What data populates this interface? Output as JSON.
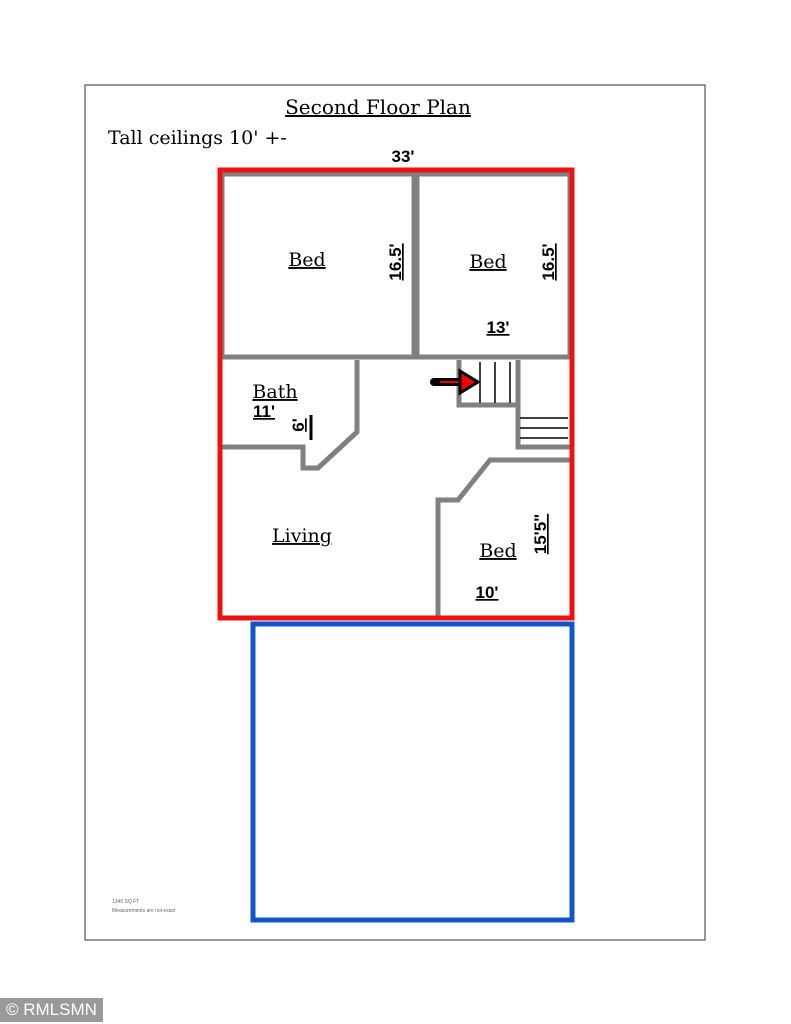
{
  "title": "Second Floor Plan",
  "note": "Tall ceilings 10' +-",
  "dimensions": {
    "overall_width": "33'",
    "bed1_depth": "16.5'",
    "bed2_depth": "16.5'",
    "bed2_width": "13'",
    "bath_width": "11'",
    "bath_depth": "6'",
    "bed3_depth": "15'5\"",
    "bed3_width": "10'"
  },
  "rooms": {
    "bed1": "Bed",
    "bed2": "Bed",
    "bath": "Bath",
    "living": "Living",
    "bed3": "Bed"
  },
  "footer": {
    "area": "1346 SQ FT",
    "disclaimer": "Measurements are not exact"
  },
  "watermark": "© RMLSMN",
  "colors": {
    "exterior": "#ee1111",
    "walls": "#808080",
    "lower": "#1155cc"
  }
}
